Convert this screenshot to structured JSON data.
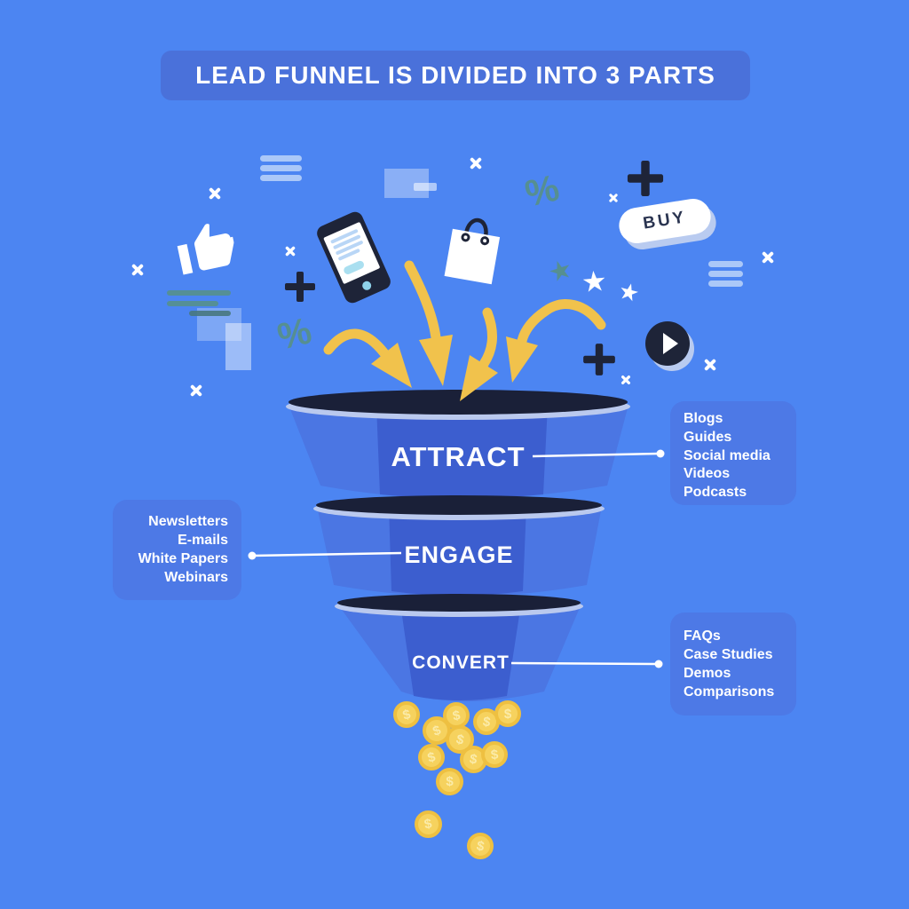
{
  "title": {
    "text": "LEAD FUNNEL IS DIVIDED INTO 3 PARTS"
  },
  "funnel": {
    "stages": [
      {
        "label": "ATTRACT",
        "items": [
          "Blogs",
          "Guides",
          "Social media",
          "Videos",
          "Podcasts"
        ]
      },
      {
        "label": "ENGAGE",
        "items": [
          "Newsletters",
          "E-mails",
          "White Papers",
          "Webinars"
        ]
      },
      {
        "label": "CONVERT",
        "items": [
          "FAQs",
          "Case Studies",
          "Demos",
          "Comparisons"
        ]
      }
    ]
  },
  "decorations": {
    "buy_label": "BUY",
    "coin_symbol": "$",
    "percent_glyph": "%",
    "star_glyph": "★"
  },
  "colors": {
    "background": "#4c85f2",
    "banner": "#4a71da",
    "label_box": "#4d79e6",
    "funnel_side": "#4b76e3",
    "funnel_center": "#3c5ecf",
    "funnel_mouth": "#1a2038",
    "funnel_rim": "#bac9ee",
    "accent_yellow": "#f1c24c",
    "accent_teal": "#57908c",
    "icon_light_blue": "#abc8f8",
    "coin_ring": "#eec041",
    "coin_fill": "#f6d25e"
  }
}
